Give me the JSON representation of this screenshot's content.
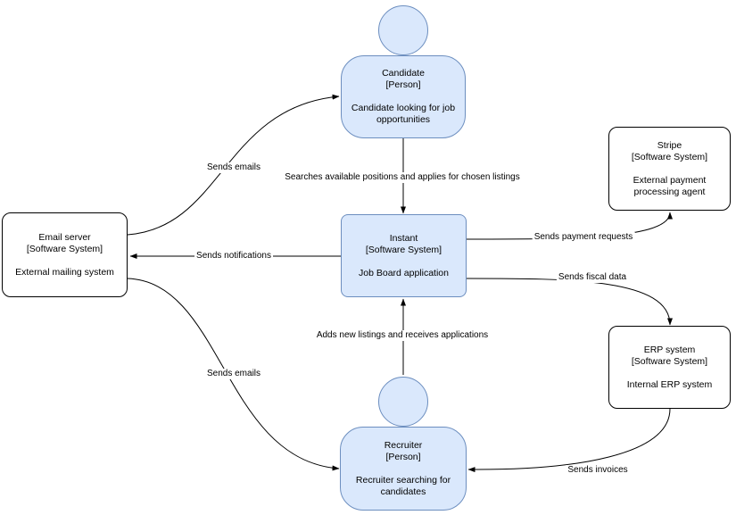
{
  "diagram_type": "software-architecture-context-diagram",
  "colors": {
    "background": "#ffffff",
    "person_fill": "#dae8fc",
    "person_stroke": "#6c8ebf",
    "system_blue_fill": "#dae8fc",
    "system_blue_stroke": "#6c8ebf",
    "system_white_fill": "#ffffff",
    "system_white_stroke": "#000000",
    "edge_color": "#000000",
    "text_color": "#000000"
  },
  "nodes": {
    "candidate": {
      "title": "Candidate",
      "type": "[Person]",
      "description": "Candidate looking for job opportunities"
    },
    "instant": {
      "title": "Instant",
      "type": "[Software System]",
      "description": "Job Board application"
    },
    "email_server": {
      "title": "Email server",
      "type": "[Software System]",
      "description": "External mailing system"
    },
    "stripe": {
      "title": "Stripe",
      "type": "[Software System]",
      "description": "External payment processing agent"
    },
    "erp_system": {
      "title": "ERP system",
      "type": "[Software System]",
      "description": "Internal ERP system"
    },
    "recruiter": {
      "title": "Recruiter",
      "type": "[Person]",
      "description": "Recruiter searching for candidates"
    }
  },
  "edges": {
    "email_server_to_candidate": {
      "label": "Sends emails",
      "from": "Email server",
      "to": "Candidate"
    },
    "candidate_to_instant": {
      "label": "Searches available positions and applies for chosen listings",
      "from": "Candidate",
      "to": "Instant"
    },
    "instant_to_email_server": {
      "label": "Sends notifications",
      "from": "Instant",
      "to": "Email server"
    },
    "instant_to_stripe": {
      "label": "Sends payment requests",
      "from": "Instant",
      "to": "Stripe"
    },
    "instant_to_erp": {
      "label": "Sends fiscal data",
      "from": "Instant",
      "to": "ERP system"
    },
    "recruiter_to_instant": {
      "label": "Adds new listings and receives applications",
      "from": "Recruiter",
      "to": "Instant"
    },
    "email_server_to_recruiter": {
      "label": "Sends emails",
      "from": "Email server",
      "to": "Recruiter"
    },
    "erp_to_recruiter": {
      "label": "Sends invoices",
      "from": "ERP system",
      "to": "Recruiter"
    }
  }
}
